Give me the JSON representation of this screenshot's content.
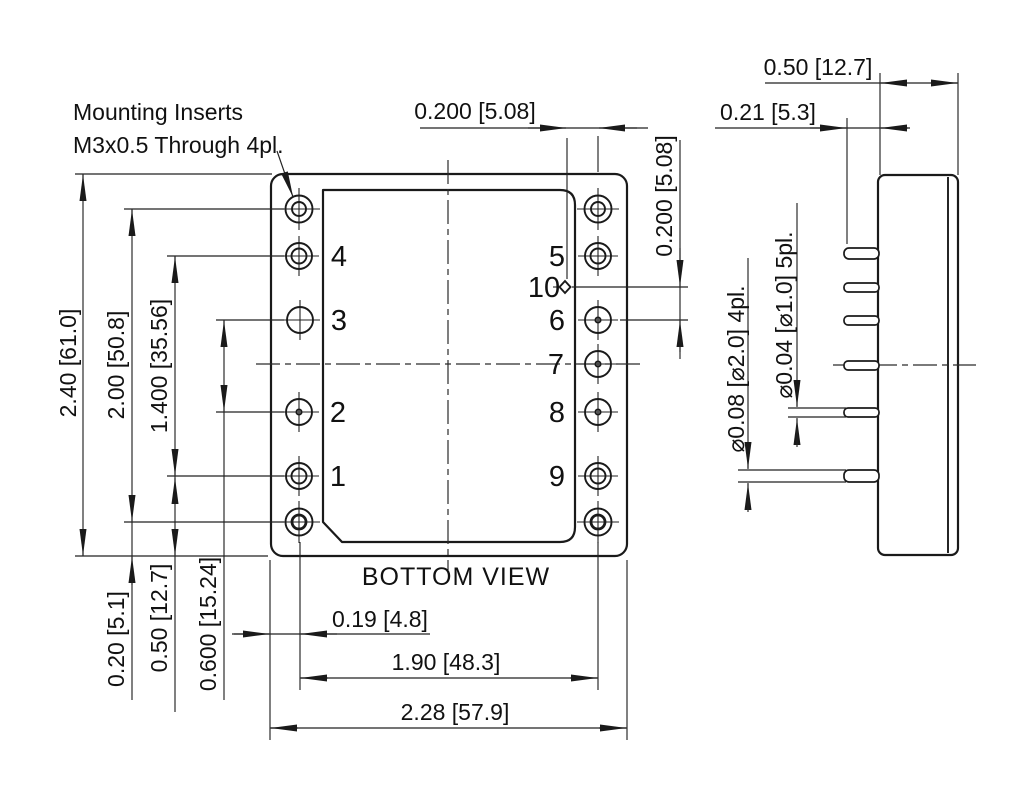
{
  "drawing": {
    "note": {
      "line1": "Mounting Inserts",
      "line2": "M3x0.5 Through 4pl."
    },
    "view_label": "BOTTOM VIEW",
    "pin_labels": {
      "p1": "1",
      "p2": "2",
      "p3": "3",
      "p4": "4",
      "p5": "5",
      "p6": "6",
      "p7": "7",
      "p8": "8",
      "p9": "9",
      "p10": "10"
    },
    "dims": {
      "pin10_offset_x": "0.200 [5.08]",
      "pin10_offset_y": "0.200 [5.08]",
      "body_height": "2.40 [61.0]",
      "mount_hole_span": "2.00 [50.8]",
      "pin_row_span": "1.400 [35.56]",
      "pin3_to_pin2": "0.600 [15.24]",
      "edge_to_mount": "0.20 [5.1]",
      "edge_to_pin1": "0.50 [12.7]",
      "edge_to_pin_col": "0.19 [4.8]",
      "pin_col_span": "1.90 [48.3]",
      "body_width": "2.28 [57.9]",
      "module_thickness": "0.50 [12.7]",
      "pin_standoff": "0.21 [5.3]",
      "pin_dia_large": "⌀0.08 [⌀2.0]  4pl.",
      "pin_dia_small": "⌀0.04 [⌀1.0]  5pl."
    }
  }
}
